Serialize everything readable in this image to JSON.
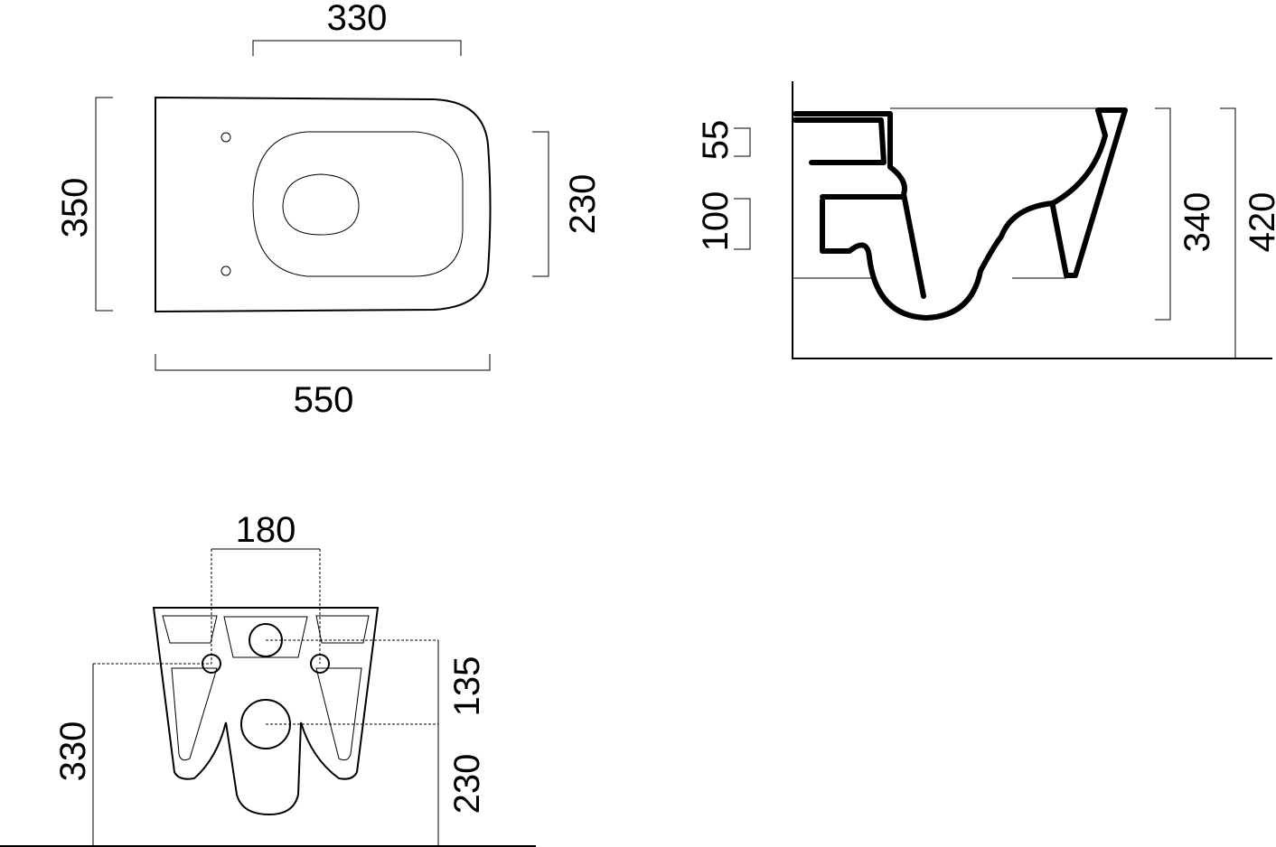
{
  "top_view": {
    "dims": {
      "seat_width": "330",
      "overall_width": "350",
      "opening_width": "230",
      "depth": "550"
    }
  },
  "side_view": {
    "dims": {
      "inlet_height": "55",
      "outlet_height": "100",
      "bowl_height": "340",
      "rim_height": "420"
    }
  },
  "rear_view": {
    "dims": {
      "fixing_spacing": "180",
      "fixing_to_outlet": "135",
      "outlet_height": "230",
      "fixing_height": "330"
    }
  }
}
